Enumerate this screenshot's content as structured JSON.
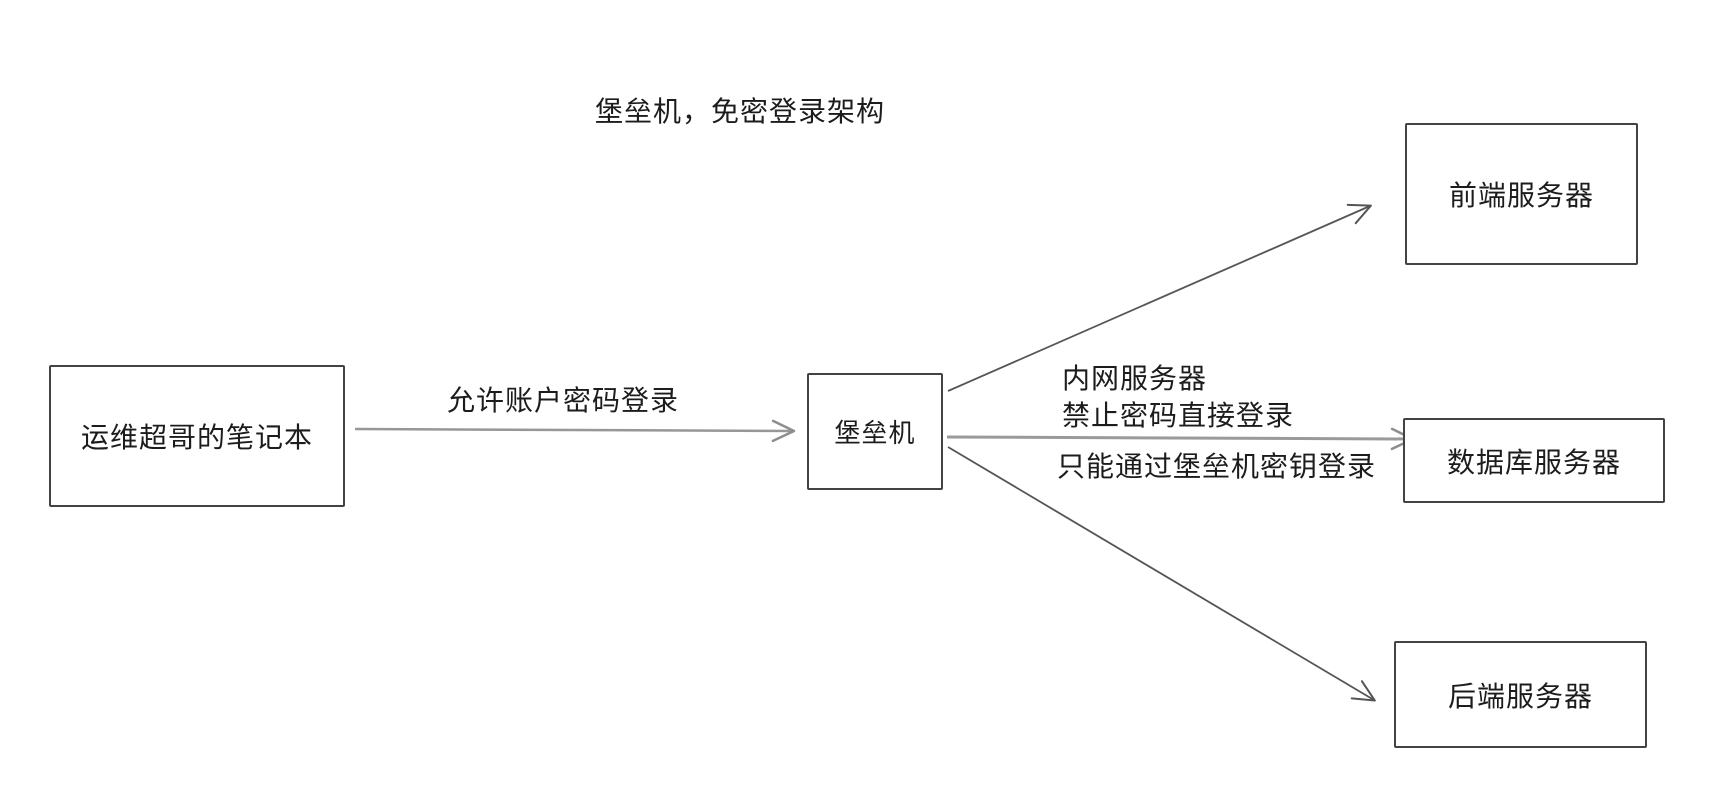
{
  "diagram": {
    "title": "堡垒机，免密登录架构",
    "background_color": "#ffffff",
    "box_border_color": "#434343",
    "text_color": "#1c1c1c",
    "arrow_dark_color": "#555555",
    "arrow_gray_color": "#979797"
  },
  "nodes": [
    {
      "id": "ops-laptop",
      "label": "运维超哥的笔记本"
    },
    {
      "id": "bastion-host",
      "label": "堡垒机"
    },
    {
      "id": "frontend-server",
      "label": "前端服务器"
    },
    {
      "id": "database-server",
      "label": "数据库服务器"
    },
    {
      "id": "backend-server",
      "label": "后端服务器"
    }
  ],
  "edges": [
    {
      "from": "ops-laptop",
      "to": "bastion-host",
      "label": "允许账户密码登录",
      "style": "gray-thick"
    },
    {
      "from": "bastion-host",
      "to": "frontend-server",
      "label": "",
      "style": "dark-thin"
    },
    {
      "from": "bastion-host",
      "to": "database-server",
      "label": "",
      "style": "gray-thick"
    },
    {
      "from": "bastion-host",
      "to": "backend-server",
      "label": "",
      "style": "dark-thin"
    }
  ],
  "annotations": [
    "内网服务器",
    "禁止密码直接登录",
    "只能通过堡垒机密钥登录"
  ]
}
